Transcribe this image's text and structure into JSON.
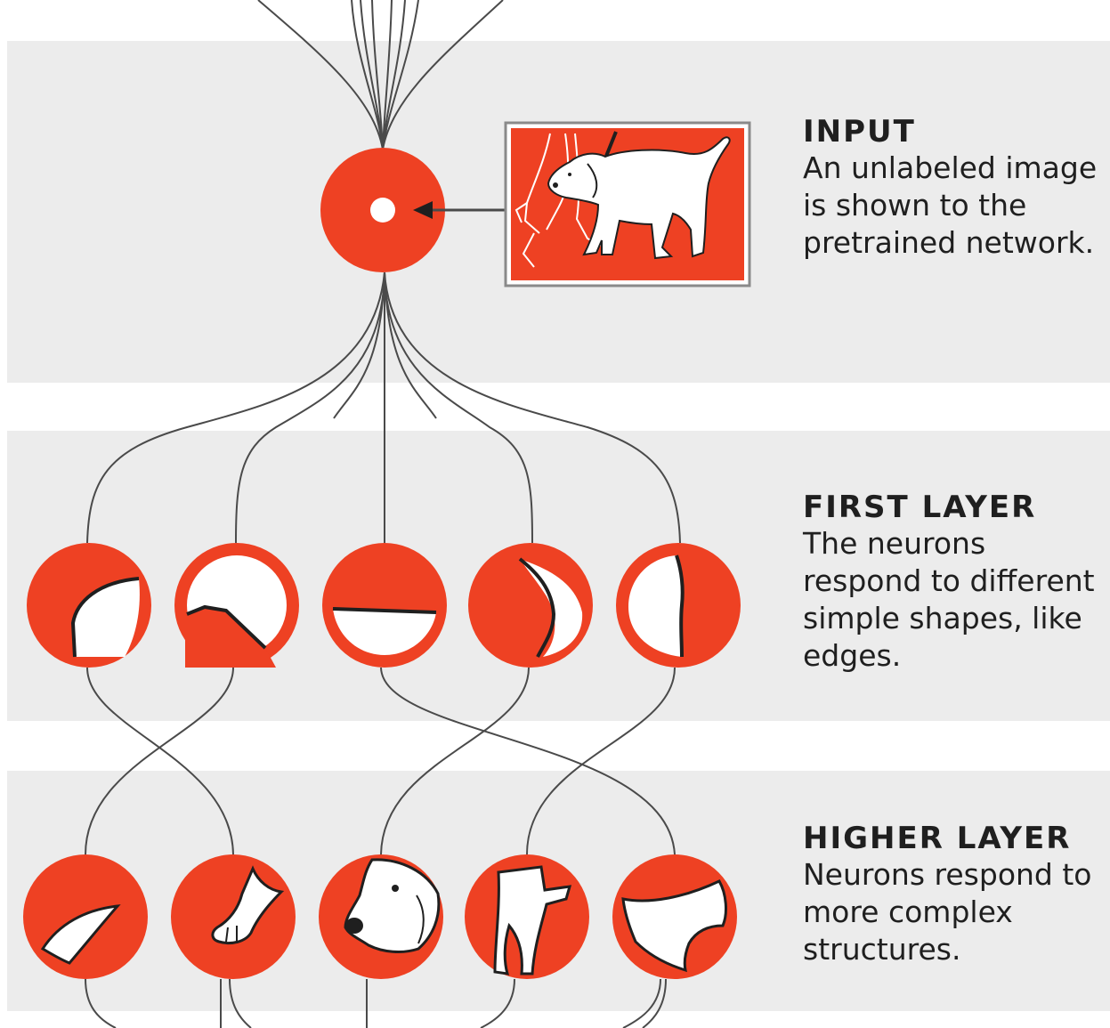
{
  "colors": {
    "accent": "#ee4123",
    "band": "#ececec",
    "line": "#4a4a4a",
    "text": "#1f1f1f"
  },
  "layers": [
    {
      "title": "INPUT",
      "description": "An unlabeled image is shown to the pretrained network."
    },
    {
      "title": "FIRST LAYER",
      "description": "The neurons respond to different simple shapes, like edges."
    },
    {
      "title": "HIGHER LAYER",
      "description": "Neurons respond to more complex structures."
    }
  ],
  "input_image": {
    "icon": "dog-on-leash-icon"
  },
  "first_layer_neurons": [
    {
      "icon": "edge-curve-up-icon"
    },
    {
      "icon": "edge-peak-icon"
    },
    {
      "icon": "edge-horizontal-icon"
    },
    {
      "icon": "edge-crescent-icon"
    },
    {
      "icon": "edge-vertical-icon"
    }
  ],
  "higher_layer_neurons": [
    {
      "icon": "ear-shape-icon"
    },
    {
      "icon": "paw-icon"
    },
    {
      "icon": "dog-face-icon"
    },
    {
      "icon": "legs-icon"
    },
    {
      "icon": "body-curve-icon"
    }
  ]
}
